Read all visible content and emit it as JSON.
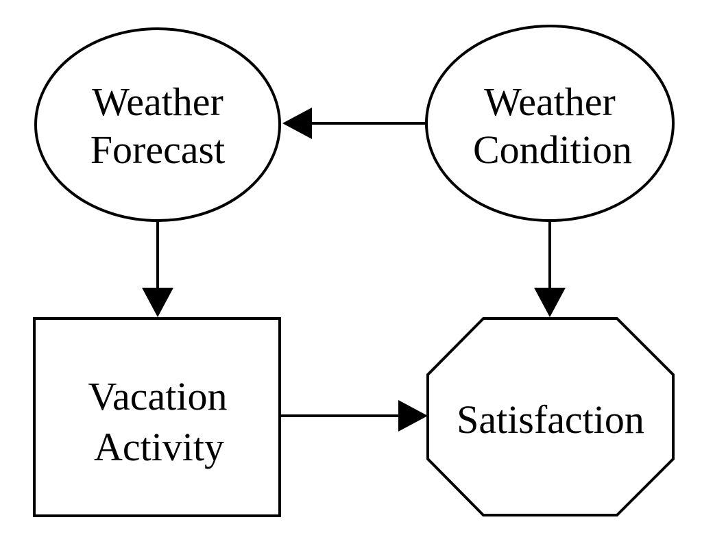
{
  "nodes": {
    "weather_forecast": {
      "line1": "Weather",
      "line2": "Forecast",
      "shape": "ellipse"
    },
    "weather_condition": {
      "line1": "Weather",
      "line2": "Condition",
      "shape": "ellipse"
    },
    "vacation_activity": {
      "line1": "Vacation",
      "line2": "Activity",
      "shape": "rectangle"
    },
    "satisfaction": {
      "label": "Satisfaction",
      "shape": "octagon"
    }
  },
  "edges": [
    {
      "from": "Weather Condition",
      "to": "Weather Forecast"
    },
    {
      "from": "Weather Forecast",
      "to": "Vacation Activity"
    },
    {
      "from": "Weather Condition",
      "to": "Satisfaction"
    },
    {
      "from": "Vacation Activity",
      "to": "Satisfaction"
    }
  ],
  "colors": {
    "stroke": "#000000",
    "fill": "#ffffff"
  }
}
